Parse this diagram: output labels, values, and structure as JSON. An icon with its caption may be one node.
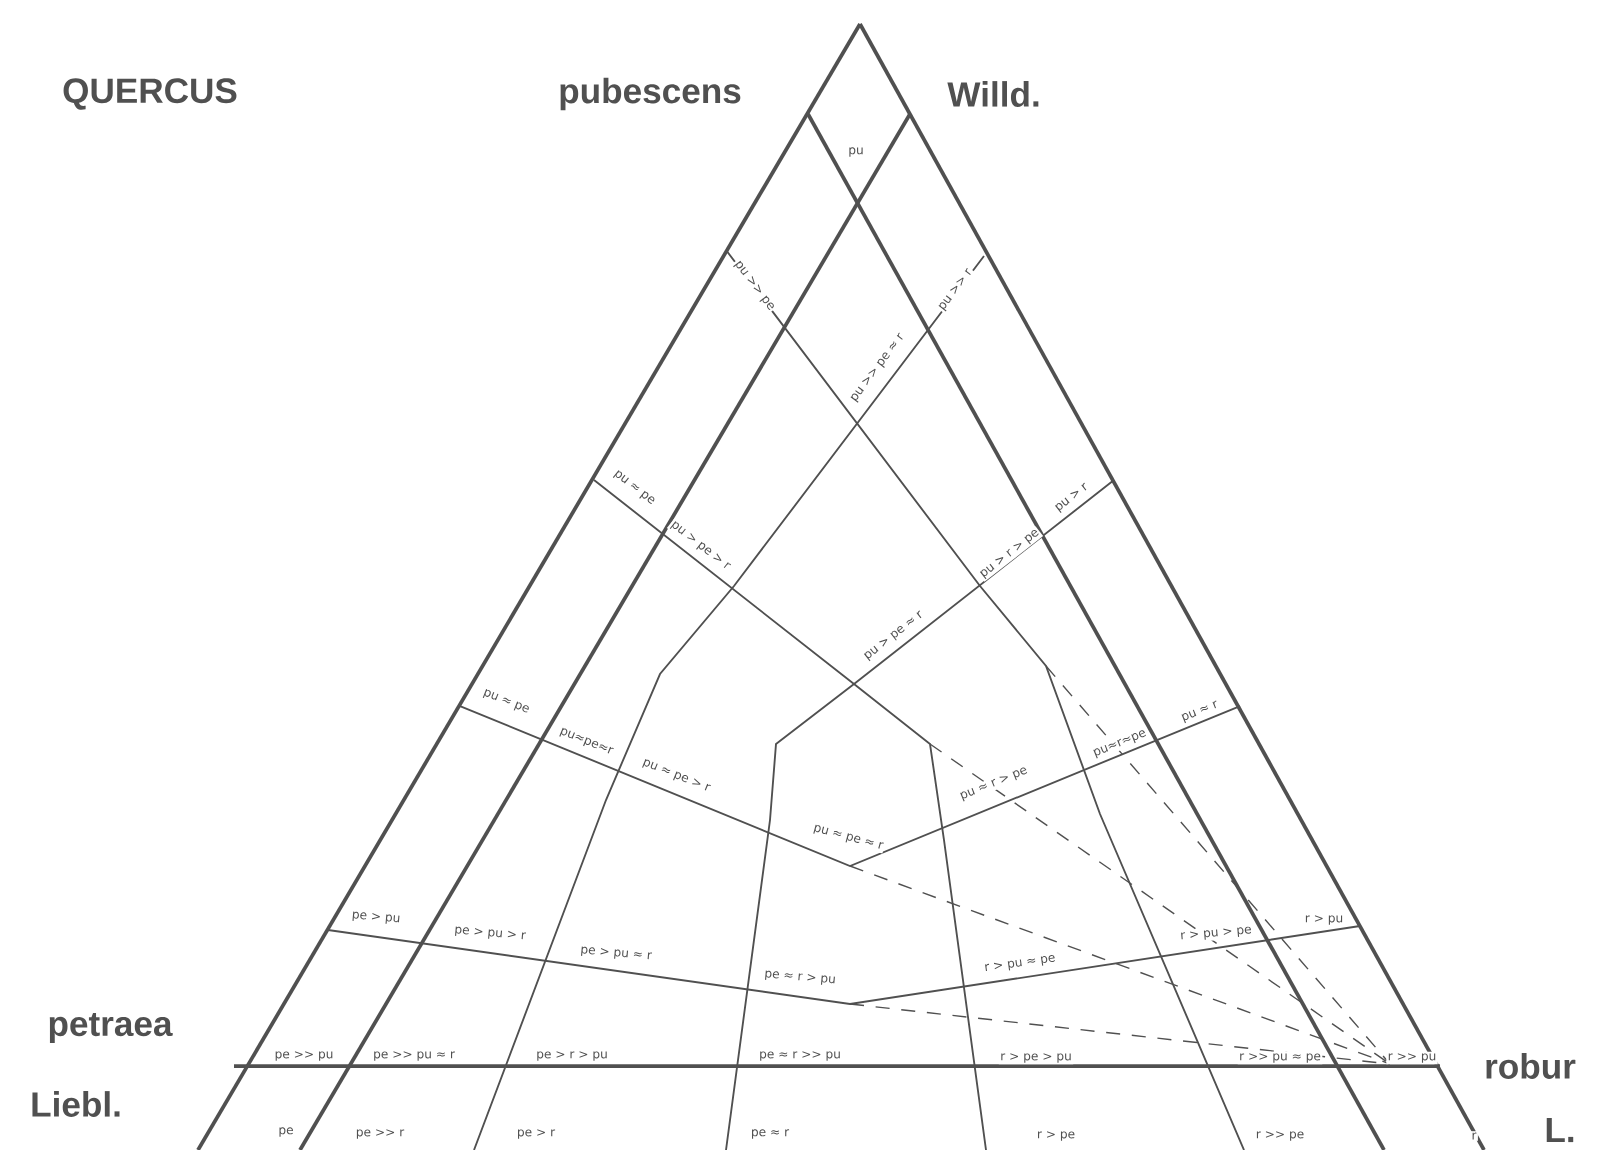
{
  "diagram": {
    "title": "QUERCUS",
    "labels": [
      "pubescens",
      "Willd.",
      "pu",
      "pu >> pe",
      "pu >> r",
      "pu >> pe ≈ r",
      "pu ≈ pe",
      "pu > pe > r",
      "pu > r",
      "pu > r > pe",
      "pu > pe ≈ r",
      "pu ≈ pe",
      "pu ≈ r",
      "pu≈pe≈r",
      "pu≈r≈pe",
      "pu ≈ pe > r",
      "pu ≈ r > pe",
      "pu ≈ pe ≈ r",
      "pe > pu",
      "r > pu",
      "pe > pu > r",
      "r > pu > pe",
      "pe > pu ≈ r",
      "r > pu ≈ pe",
      "pe ≈ r > pu",
      "petraea",
      "pe >> pu",
      "pe >> pu ≈ r",
      "pe > r > pu",
      "pe ≈ r >> pu",
      "r > pe > pu",
      "r >> pu ≈ pe",
      "r >> pu",
      "robur",
      "Liebl.",
      "pe",
      "pe >> r",
      "pe > r",
      "pe ≈ r",
      "r > pe",
      "r >> pe",
      "r",
      "L."
    ]
  }
}
